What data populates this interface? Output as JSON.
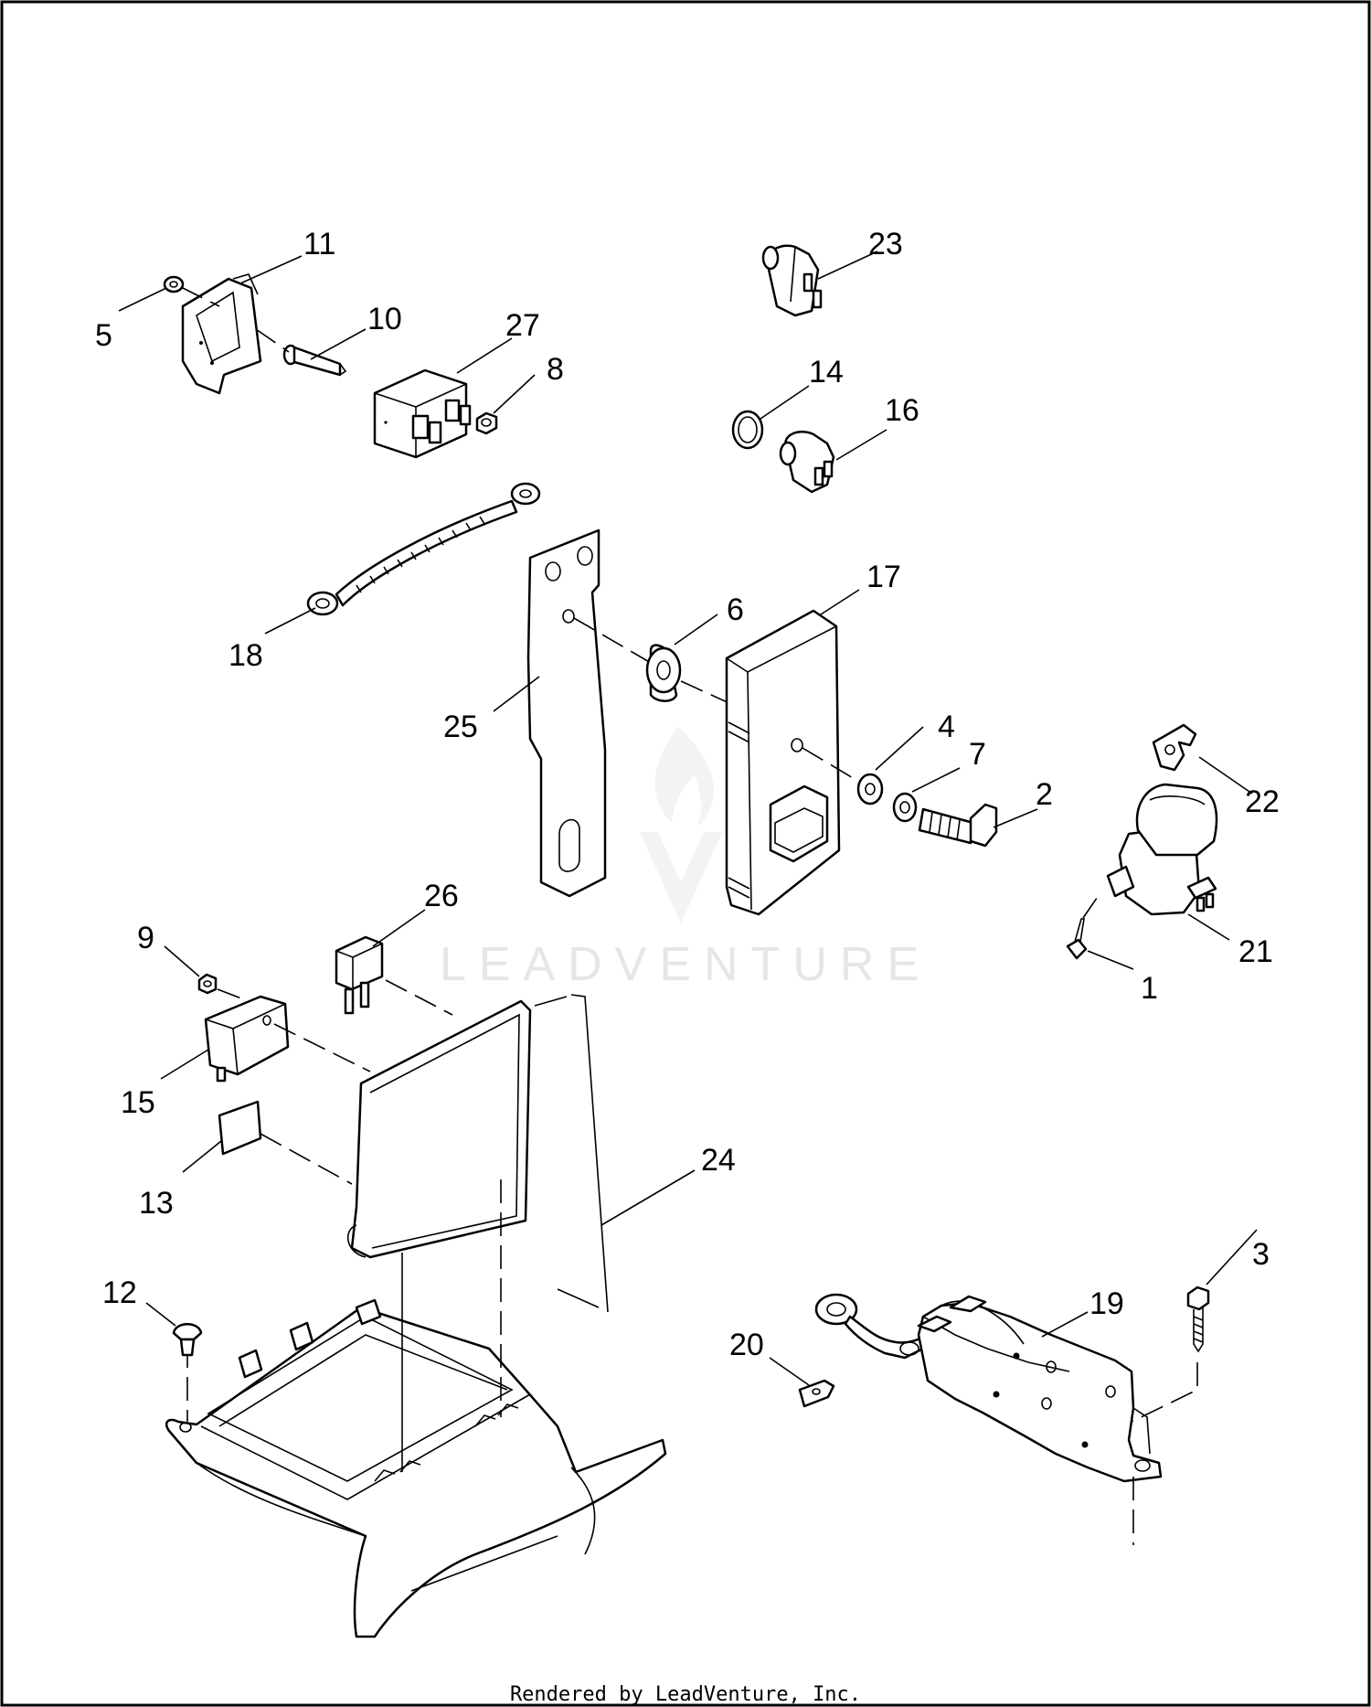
{
  "callouts": {
    "c1": "1",
    "c2": "2",
    "c3": "3",
    "c4": "4",
    "c5": "5",
    "c6": "6",
    "c7": "7",
    "c8": "8",
    "c9": "9",
    "c10": "10",
    "c11": "11",
    "c12": "12",
    "c13": "13",
    "c14": "14",
    "c15": "15",
    "c16": "16",
    "c17": "17",
    "c18": "18",
    "c19": "19",
    "c20": "20",
    "c21": "21",
    "c22": "22",
    "c23": "23",
    "c24": "24",
    "c25": "25",
    "c26": "26",
    "c27": "27"
  },
  "watermark": "LEADVENTURE",
  "footer": "Rendered by LeadVenture, Inc."
}
